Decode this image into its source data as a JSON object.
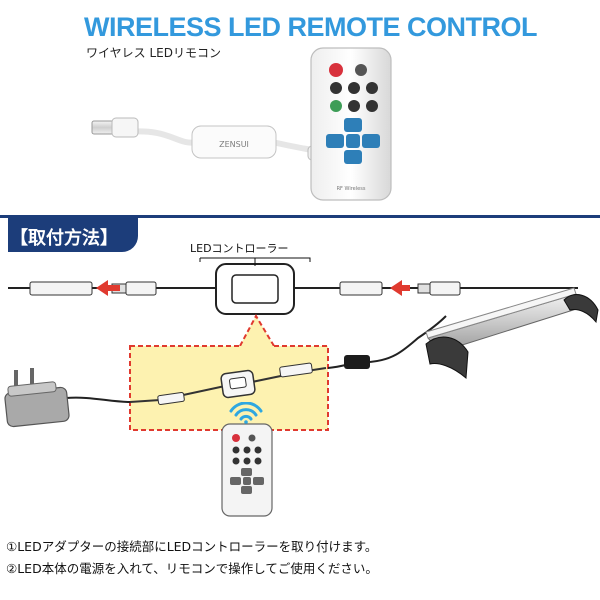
{
  "header": {
    "title": "WIRELESS LED REMOTE CONTROL",
    "subtitle": "ワイヤレス LEDリモコン"
  },
  "product": {
    "receiver_brand": "ZENSUI",
    "remote_caption": "RF Wireless"
  },
  "section": {
    "title": "【取付方法】"
  },
  "diagram": {
    "controller_label": "LEDコントローラー",
    "arrow_color": "#e03a2f",
    "highlight_color": "#fdf2b0",
    "highlight_border": "#e03a2f",
    "signal_color": "#2ea7e0"
  },
  "instructions": [
    "①LEDアダプターの接続部にLEDコントローラーを取り付けます。",
    "②LED本体の電源を入れて、リモコンで操作してご使用ください。"
  ],
  "colors": {
    "title_blue": "#3399dd",
    "section_navy": "#1c3d7a"
  }
}
